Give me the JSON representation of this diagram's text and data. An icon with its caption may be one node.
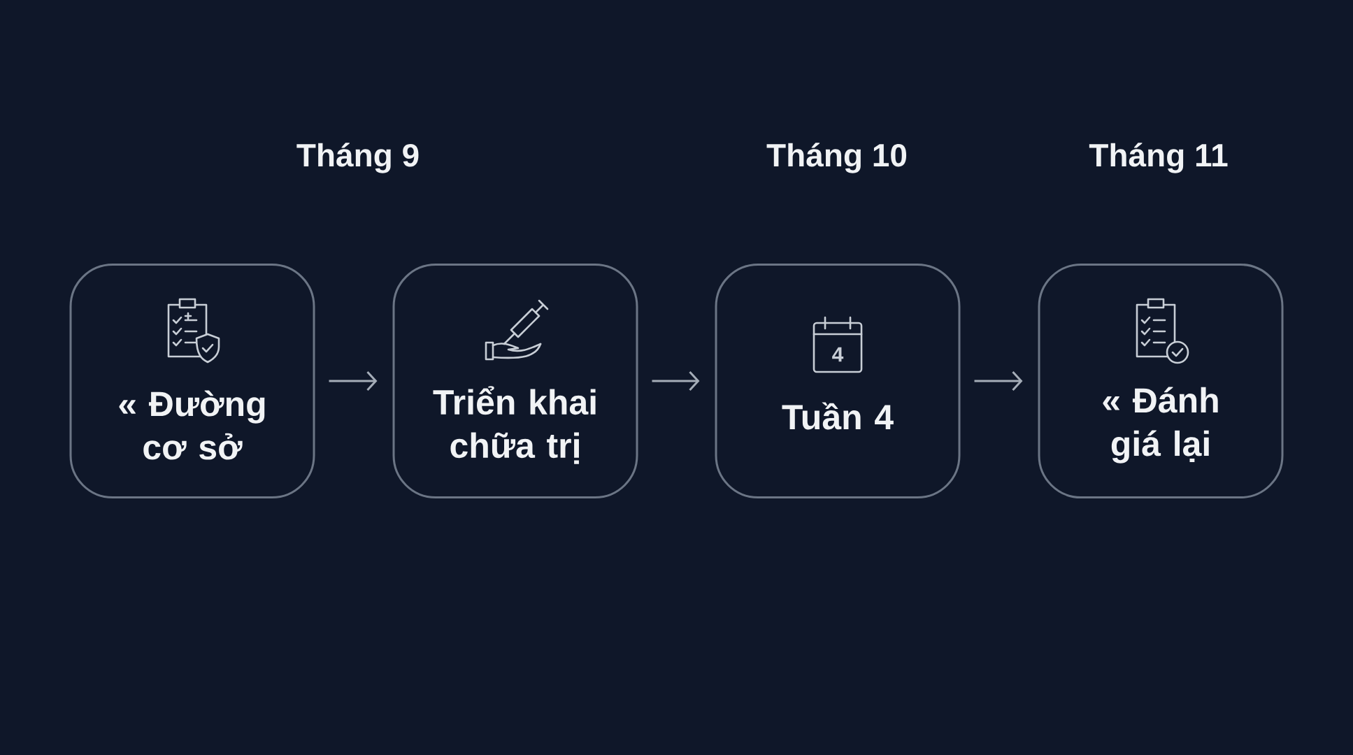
{
  "diagram": {
    "nodes": [
      {
        "text": [
          "« Đường cơ sở"
        ]
      },
      {
        "text": [
          "Triển khai chữa trị"
        ]
      },
      {
        "text": [
          "Tuần 4"
        ]
      },
      {
        "text": [
          "« Đánh giá lại"
        ]
      }
    ],
    "edges": [
      {
        "from": 0,
        "to": 1,
        "arrow": "to"
      },
      {
        "from": 1,
        "to": 2,
        "arrow": "to"
      },
      {
        "from": 2,
        "to": 3,
        "arrow": "to"
      }
    ],
    "labels": [
      "Tháng 9",
      "Tháng 10",
      "Tháng 11",
      "4"
    ]
  }
}
